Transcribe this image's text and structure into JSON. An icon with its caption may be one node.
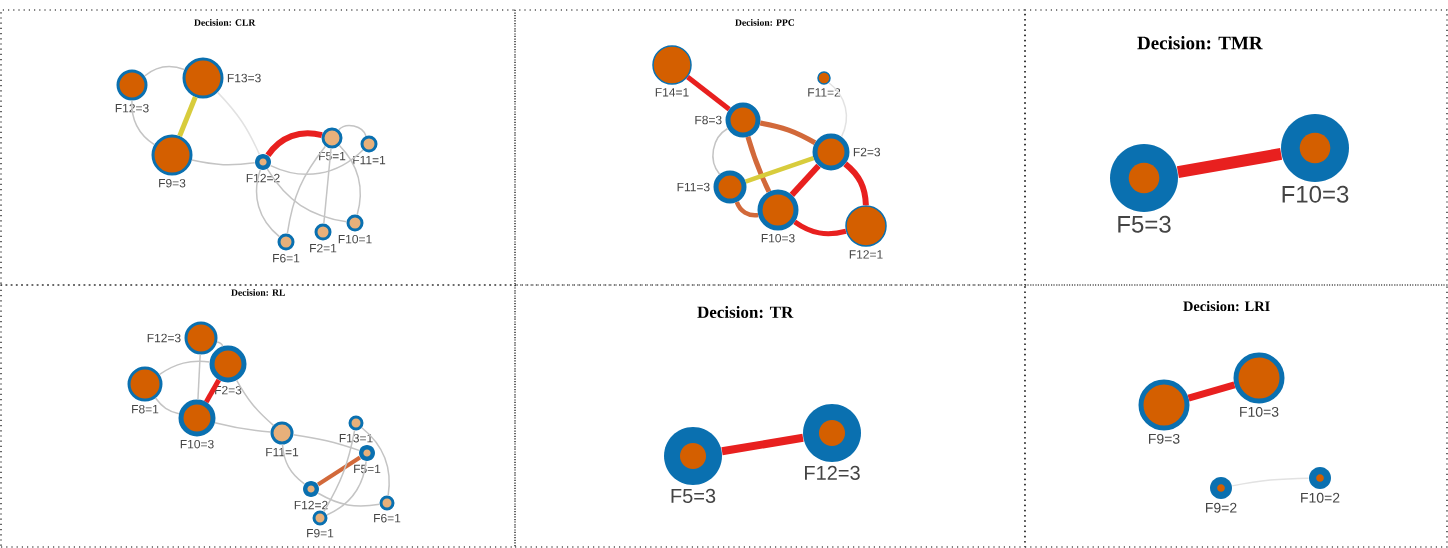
{
  "diagram": {
    "nodes": [
      {
        "text": [
          "Decision: CLR"
        ]
      },
      {
        "text": [
          "F12=3"
        ],
        "in": 0
      },
      {
        "text": [
          "F13=3"
        ],
        "in": 0
      },
      {
        "text": [
          "F9=3"
        ],
        "in": 0
      },
      {
        "text": [
          "F12=2"
        ],
        "in": 0
      },
      {
        "text": [
          "F5=1"
        ],
        "in": 0
      },
      {
        "text": [
          "F11=1"
        ],
        "in": 0
      },
      {
        "text": [
          "F6=1"
        ],
        "in": 0
      },
      {
        "text": [
          "F2=1"
        ],
        "in": 0
      },
      {
        "text": [
          "F10=1"
        ],
        "in": 0
      },
      {
        "text": [
          "Decision: PPC"
        ]
      },
      {
        "text": [
          "F14=1"
        ],
        "in": 10
      },
      {
        "text": [
          "F11=2"
        ],
        "in": 10
      },
      {
        "text": [
          "F8=3"
        ],
        "in": 10
      },
      {
        "text": [
          "F2=3"
        ],
        "in": 10
      },
      {
        "text": [
          "F11=3"
        ],
        "in": 10
      },
      {
        "text": [
          "F10=3"
        ],
        "in": 10
      },
      {
        "text": [
          "F12=1"
        ],
        "in": 10
      },
      {
        "text": [
          "Decision: TMR"
        ]
      },
      {
        "text": [
          "F5=3"
        ],
        "in": 18
      },
      {
        "text": [
          "F10=3"
        ],
        "in": 18
      },
      {
        "text": [
          "Decision: RL"
        ]
      },
      {
        "text": [
          "F12=3"
        ],
        "in": 21
      },
      {
        "text": [
          "F2=3"
        ],
        "in": 21
      },
      {
        "text": [
          "F8=1"
        ],
        "in": 21
      },
      {
        "text": [
          "F10=3"
        ],
        "in": 21
      },
      {
        "text": [
          "F11=1"
        ],
        "in": 21
      },
      {
        "text": [
          "F13=1"
        ],
        "in": 21
      },
      {
        "text": [
          "F5=1"
        ],
        "in": 21
      },
      {
        "text": [
          "F12=2"
        ],
        "in": 21
      },
      {
        "text": [
          "F6=1"
        ],
        "in": 21
      },
      {
        "text": [
          "F9=1"
        ],
        "in": 21
      },
      {
        "text": [
          "Decision: TR"
        ]
      },
      {
        "text": [
          "F5=3"
        ],
        "in": 32
      },
      {
        "text": [
          "F12=3"
        ],
        "in": 32
      },
      {
        "text": [
          "Decision: LRI"
        ]
      },
      {
        "text": [
          "F9=3"
        ],
        "in": 35
      },
      {
        "text": [
          "F10=3"
        ],
        "in": 35
      },
      {
        "text": [
          "F9=2"
        ],
        "in": 35
      },
      {
        "text": [
          "F10=2"
        ],
        "in": 35
      }
    ],
    "edges": [
      {
        "from": 1,
        "to": 2,
        "arrow": "none"
      },
      {
        "from": 1,
        "to": 3,
        "arrow": "none"
      },
      {
        "from": 2,
        "to": 3,
        "arrow": "none",
        "style": "thick",
        "color": "#d8cc3c"
      },
      {
        "from": 2,
        "to": 4,
        "arrow": "none",
        "color": "#e2e2e2"
      },
      {
        "from": 3,
        "to": 4,
        "arrow": "none"
      },
      {
        "from": 4,
        "to": 5,
        "arrow": "none",
        "style": "thick",
        "color": "#e8201f"
      },
      {
        "from": 4,
        "to": 6,
        "arrow": "none"
      },
      {
        "from": 4,
        "to": 9,
        "arrow": "none"
      },
      {
        "from": 4,
        "to": 7,
        "arrow": "none"
      },
      {
        "from": 5,
        "to": 6,
        "arrow": "none"
      },
      {
        "from": 5,
        "to": 8,
        "arrow": "none"
      },
      {
        "from": 5,
        "to": 7,
        "arrow": "none"
      },
      {
        "from": 5,
        "to": 9,
        "arrow": "none"
      },
      {
        "from": 11,
        "to": 13,
        "arrow": "none",
        "style": "thick",
        "color": "#e8201f"
      },
      {
        "from": 13,
        "to": 14,
        "arrow": "none",
        "style": "thick",
        "color": "#d2693a"
      },
      {
        "from": 13,
        "to": 16,
        "arrow": "none",
        "style": "thick",
        "color": "#d2693a"
      },
      {
        "from": 15,
        "to": 14,
        "arrow": "none",
        "style": "thick",
        "color": "#d8cc3c"
      },
      {
        "from": 14,
        "to": 16,
        "arrow": "none",
        "style": "thick",
        "color": "#e8201f"
      },
      {
        "from": 14,
        "to": 17,
        "arrow": "none",
        "style": "thick",
        "color": "#e8201f"
      },
      {
        "from": 16,
        "to": 17,
        "arrow": "none",
        "style": "thick",
        "color": "#e8201f"
      },
      {
        "from": 15,
        "to": 16,
        "arrow": "none",
        "style": "thick",
        "color": "#d2693a"
      },
      {
        "from": 13,
        "to": 15,
        "arrow": "none"
      },
      {
        "from": 12,
        "to": 14,
        "arrow": "none",
        "color": "#e2e2e2"
      },
      {
        "from": 19,
        "to": 20,
        "arrow": "none",
        "style": "thick",
        "color": "#e8201f"
      },
      {
        "from": 23,
        "to": 25,
        "arrow": "none",
        "style": "thick",
        "color": "#e8201f"
      },
      {
        "from": 22,
        "to": 23,
        "arrow": "none"
      },
      {
        "from": 22,
        "to": 25,
        "arrow": "none"
      },
      {
        "from": 24,
        "to": 23,
        "arrow": "none"
      },
      {
        "from": 24,
        "to": 25,
        "arrow": "none"
      },
      {
        "from": 23,
        "to": 26,
        "arrow": "none"
      },
      {
        "from": 25,
        "to": 26,
        "arrow": "none"
      },
      {
        "from": 26,
        "to": 28,
        "arrow": "none"
      },
      {
        "from": 26,
        "to": 29,
        "arrow": "none"
      },
      {
        "from": 28,
        "to": 29,
        "arrow": "none",
        "style": "thick",
        "color": "#d2693a"
      },
      {
        "from": 27,
        "to": 31,
        "arrow": "none"
      },
      {
        "from": 27,
        "to": 30,
        "arrow": "none"
      },
      {
        "from": 29,
        "to": 30,
        "arrow": "none"
      },
      {
        "from": 28,
        "to": 31,
        "arrow": "none"
      },
      {
        "from": 33,
        "to": 34,
        "arrow": "none",
        "style": "thick",
        "color": "#e8201f"
      },
      {
        "from": 36,
        "to": 37,
        "arrow": "none",
        "style": "thick",
        "color": "#e8201f"
      },
      {
        "from": 38,
        "to": 39,
        "arrow": "none",
        "color": "#e2e2e2"
      }
    ]
  }
}
